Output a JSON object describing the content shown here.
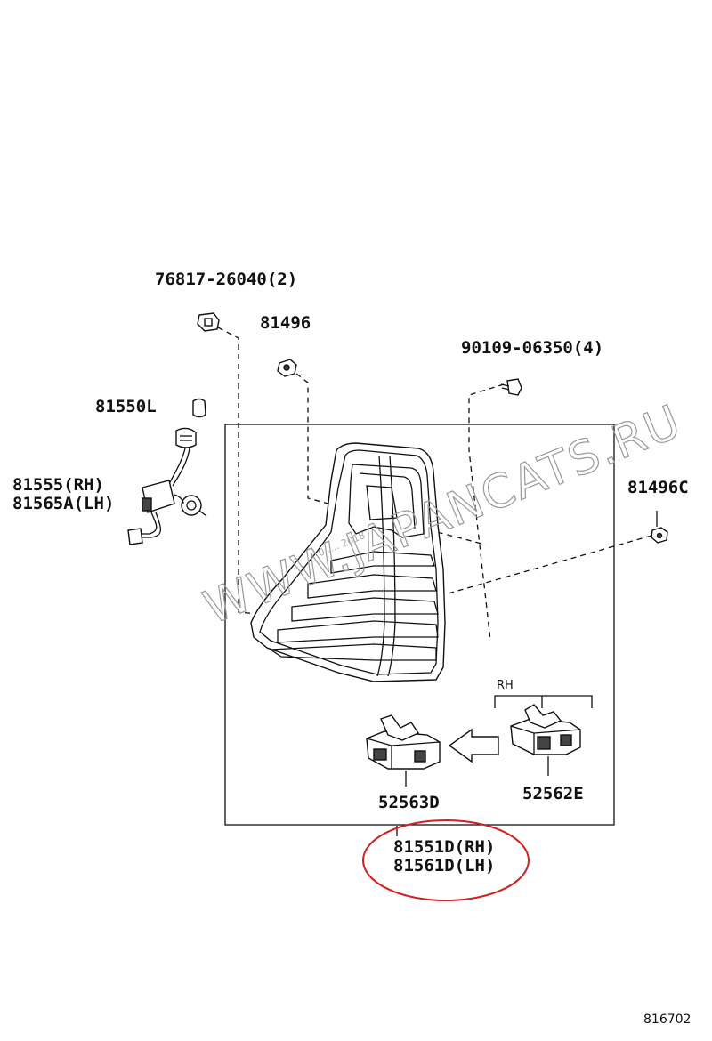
{
  "watermark": "WWW.JAPANCATS.RU",
  "watermark_small": "0 .... 2018",
  "diagram_code": "816702",
  "colors": {
    "highlight": "#d42020",
    "line": "#111111",
    "watermark": "#9a9a9a"
  },
  "labels": {
    "clip_76817": "76817-26040(2)",
    "nut_81496": "81496",
    "screw_90109": "90109-06350(4)",
    "bulb_81550L": "81550L",
    "socket_rh": "81555(RH)",
    "socket_lh": "81565A(LH)",
    "nut_81496C": "81496C",
    "rh_bracket": "RH",
    "holder_52563D": "52563D",
    "holder_52562E": "52562E",
    "lamp_rh": "81551D(RH)",
    "lamp_lh": "81561D(LH)"
  }
}
